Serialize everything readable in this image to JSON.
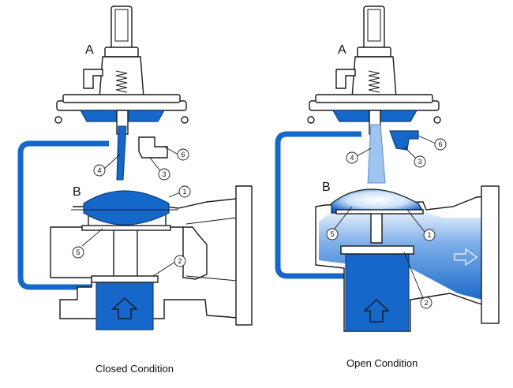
{
  "colors": {
    "fluid": "#1567c9",
    "fluid_light": "#9fc4ef",
    "outline": "#1a1a1a"
  },
  "diagrams": [
    {
      "caption": "Closed Condition",
      "label_pilot": "A",
      "label_chamber": "B",
      "callouts": [
        "1",
        "2",
        "3",
        "4",
        "5",
        "6"
      ]
    },
    {
      "caption": "Open Condition",
      "label_pilot": "A",
      "label_chamber": "B",
      "callouts": [
        "1",
        "2",
        "3",
        "4",
        "5",
        "6"
      ]
    }
  ]
}
